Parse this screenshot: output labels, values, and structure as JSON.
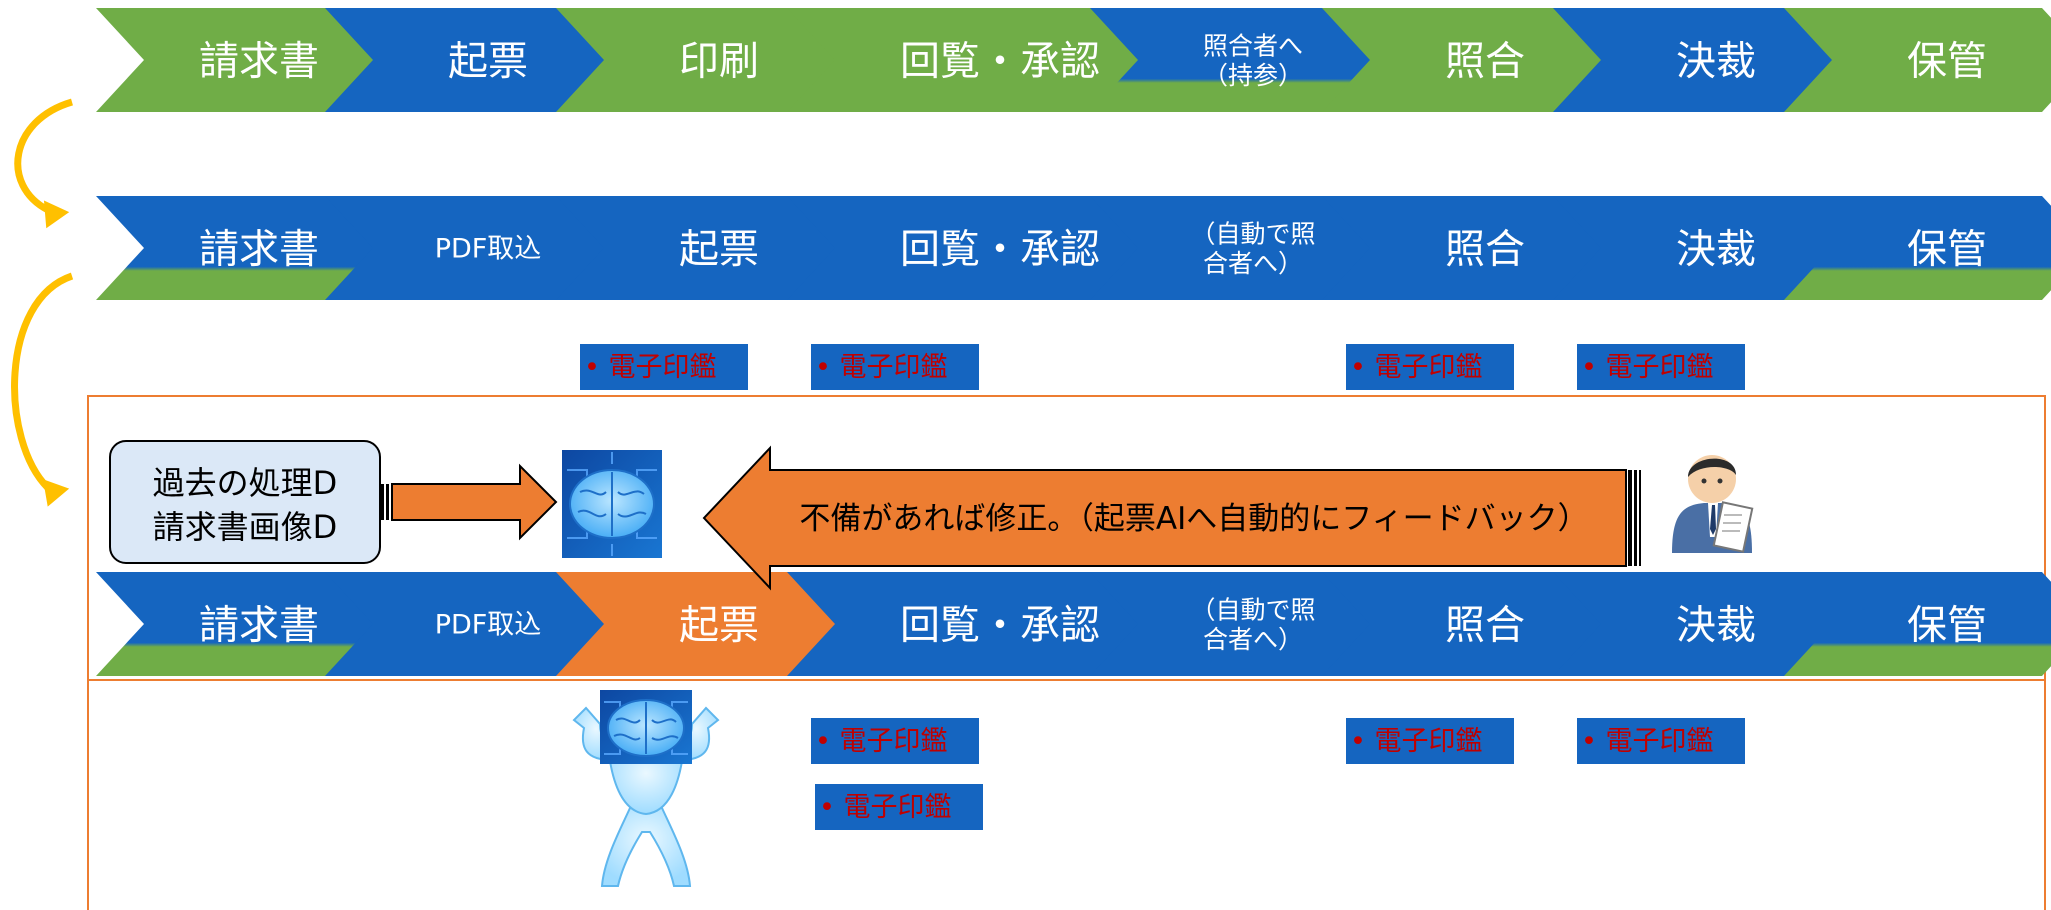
{
  "colors": {
    "green": "#70ad47",
    "blue": "#1565c0",
    "orange": "#ed7d31",
    "stamp_text": "#c00000",
    "stamp_bg": "#1565c0",
    "frame": "#ed7d31",
    "loop_arrow": "#ffc000"
  },
  "rows": [
    {
      "id": "row1",
      "steps": [
        {
          "lines": [
            "請求書"
          ],
          "style": "green",
          "size": "large"
        },
        {
          "lines": [
            "起票"
          ],
          "style": "blue",
          "size": "large"
        },
        {
          "lines": [
            "印刷"
          ],
          "style": "green",
          "size": "large"
        },
        {
          "lines": [
            "回覧・承認"
          ],
          "style": "green",
          "size": "large"
        },
        {
          "lines": [
            "照合者へ",
            "（持参）"
          ],
          "style": "split-blue-green",
          "size": "small"
        },
        {
          "lines": [
            "照合"
          ],
          "style": "green",
          "size": "large"
        },
        {
          "lines": [
            "決裁"
          ],
          "style": "blue",
          "size": "large"
        },
        {
          "lines": [
            "保管"
          ],
          "style": "green",
          "size": "large"
        }
      ]
    },
    {
      "id": "row2",
      "steps": [
        {
          "lines": [
            "請求書"
          ],
          "style": "split-blue-green",
          "size": "large"
        },
        {
          "lines": [
            "PDF取込"
          ],
          "style": "blue",
          "size": "medium"
        },
        {
          "lines": [
            "起票"
          ],
          "style": "blue",
          "size": "large"
        },
        {
          "lines": [
            "回覧・承認"
          ],
          "style": "blue",
          "size": "large"
        },
        {
          "lines": [
            "（自動で照",
            "合者へ）"
          ],
          "style": "blue",
          "size": "small"
        },
        {
          "lines": [
            "照合"
          ],
          "style": "blue",
          "size": "large"
        },
        {
          "lines": [
            "決裁"
          ],
          "style": "blue",
          "size": "large"
        },
        {
          "lines": [
            "保管"
          ],
          "style": "split-blue-green",
          "size": "large"
        }
      ],
      "stamps": [
        {
          "step": 2,
          "text": "• 電子印鑑"
        },
        {
          "step": 3,
          "text": "• 電子印鑑"
        },
        {
          "step": 5,
          "text": "• 電子印鑑"
        },
        {
          "step": 6,
          "text": "• 電子印鑑"
        }
      ]
    },
    {
      "id": "row3",
      "steps": [
        {
          "lines": [
            "請求書"
          ],
          "style": "split-blue-green",
          "size": "large"
        },
        {
          "lines": [
            "PDF取込"
          ],
          "style": "blue",
          "size": "medium"
        },
        {
          "lines": [
            "起票"
          ],
          "style": "orange",
          "size": "large"
        },
        {
          "lines": [
            "回覧・承認"
          ],
          "style": "blue",
          "size": "large"
        },
        {
          "lines": [
            "（自動で照",
            "合者へ）"
          ],
          "style": "blue",
          "size": "small"
        },
        {
          "lines": [
            "照合"
          ],
          "style": "blue",
          "size": "large"
        },
        {
          "lines": [
            "決裁"
          ],
          "style": "blue",
          "size": "large"
        },
        {
          "lines": [
            "保管"
          ],
          "style": "split-blue-green",
          "size": "large"
        }
      ],
      "stamps": [
        {
          "step": 3,
          "text": "• 電子印鑑"
        },
        {
          "step": 3,
          "text": "• 電子印鑑"
        },
        {
          "step": 5,
          "text": "• 電子印鑑"
        },
        {
          "step": 6,
          "text": "• 電子印鑑"
        }
      ]
    }
  ],
  "ai_section": {
    "data_box_lines": [
      "過去の処理D",
      "請求書画像D"
    ],
    "feedback_text": "不備があれば修正。（起票AIへ自動的にフィードバック）",
    "icons": [
      "brain-chip-icon",
      "strong-ai-mascot-icon",
      "office-worker-icon"
    ]
  }
}
